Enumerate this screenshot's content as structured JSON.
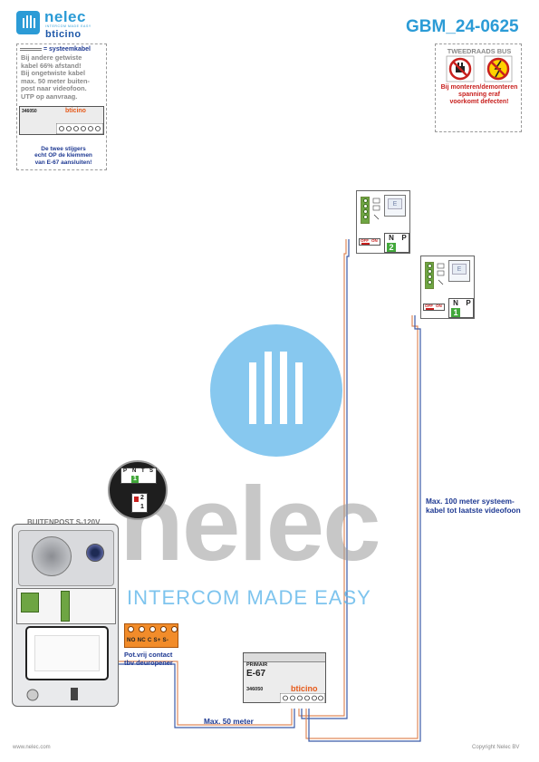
{
  "header": {
    "logo_name": "nelec",
    "logo_tagline": "INTERCOM MADE EASY",
    "logo_brand": "bticino",
    "document_code": "GBM_24-0625"
  },
  "info_left": {
    "legend_label": "= systeemkabel",
    "lines": [
      "Bij andere getwiste",
      "kabel 66% afstand!",
      "Bij ongetwiste kabel",
      "max. 50 meter buiten-",
      "post naar videofoon.",
      "UTP op aanvraag."
    ],
    "module_code": "346050",
    "module_brand": "bticino",
    "note_lines": [
      "De twee stijgers",
      "echt OP de klemmen",
      "van E-67 aansluiten!"
    ]
  },
  "info_right": {
    "title": "TWEEDRAADS BUS",
    "lines": [
      "Bij monteren/demonteren",
      "spanning eraf",
      "voorkomt defecten!"
    ]
  },
  "phones": [
    {
      "off_label": "OFF",
      "on_label": "ON",
      "n_label": "N",
      "p_label": "P",
      "address": "2",
      "screen_letter": "E"
    },
    {
      "off_label": "OFF",
      "on_label": "ON",
      "n_label": "N",
      "p_label": "P",
      "address": "1",
      "screen_letter": "E"
    }
  ],
  "labels": {
    "max100": [
      "Max. 100 meter systeem-",
      "kabel tot laatste videofoon"
    ],
    "max50": "Max. 50 meter",
    "outdoor_title": "BUITENPOST S-120V",
    "relay_title": [
      "Pot.vrij contact",
      "tbv deuropener"
    ]
  },
  "zoom": {
    "plate_labels": [
      "P",
      "N",
      "T",
      "S"
    ],
    "plate_value": "1",
    "switch_values": [
      "2",
      "1"
    ]
  },
  "relay_terminals": [
    "NO",
    "NC",
    "C",
    "S+",
    "S-"
  ],
  "e67": {
    "primary_label": "PRIMAIR",
    "name": "E-67",
    "code": "346050",
    "brand": "bticino"
  },
  "watermark": {
    "word": "nelec",
    "tagline": "INTERCOM MADE EASY"
  },
  "footer": {
    "website": "www.nelec.com",
    "copyright": "Copyright Nelec BV"
  },
  "colors": {
    "accent": "#2b9bd6",
    "wire_orange": "#e08a5a",
    "wire_blue": "#3b5aa8",
    "terminal_green": "#6ea543",
    "relay_orange": "#f28c2a",
    "warning_red": "#c8201e"
  }
}
